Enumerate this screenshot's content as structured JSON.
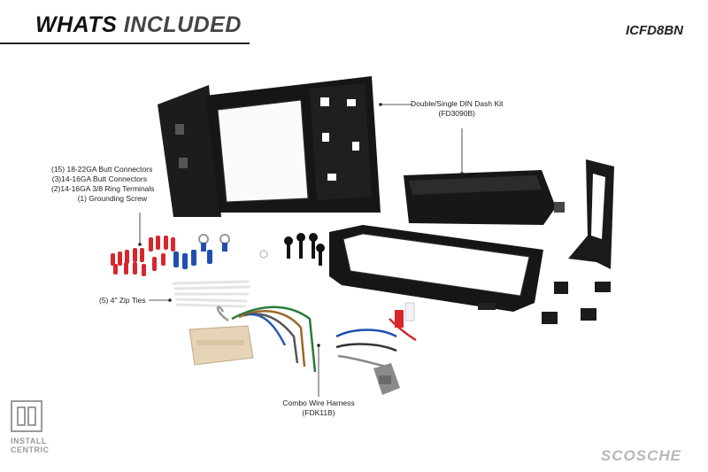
{
  "header": {
    "title_part1": "WHATS",
    "title_part2": "INCLUDED",
    "sku": "ICFD8BN"
  },
  "labels": {
    "dash_kit_name": "Double/Single DIN Dash Kit",
    "dash_kit_code": "(FD3090B)",
    "connectors": [
      "(15) 18-22GA Butt Connectors",
      "(3)14-16GA Butt Connectors",
      "(2)14-16GA 3/8 Ring Terminals",
      "(1) Grounding Screw"
    ],
    "zip_ties": "(5) 4\" Zip Ties",
    "harness_name": "Combo Wire Harness",
    "harness_code": "(FDK11B)"
  },
  "footer": {
    "logo_line1": "INSTALL",
    "logo_line2": "CENTRIC",
    "brand": "SCOSCHE"
  },
  "colors": {
    "kit_black": "#161616",
    "connector_red": "#d8262d",
    "connector_blue": "#1f4fb0",
    "plug_tan": "#e6d4b8",
    "gray_plug": "#8a8a8a"
  }
}
